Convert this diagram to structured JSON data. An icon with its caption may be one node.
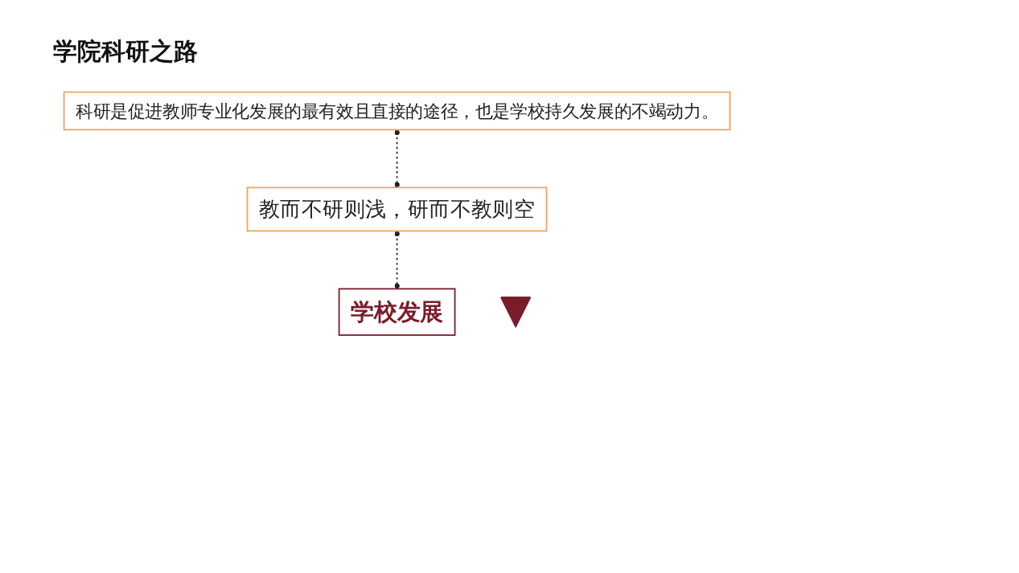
{
  "diagram": {
    "title": "学院科研之路",
    "nodes": [
      {
        "text": [
          "学校发展"
        ]
      },
      {
        "text": [],
        "shape": "triangle"
      },
      {
        "text": [
          "教而不研则浅，研而不教则空"
        ]
      },
      {
        "text": [
          "科研是促进教师专业化发展的最有效且直接的途径，也是学校持久发展的不竭动力。"
        ]
      }
    ],
    "edges": [
      {
        "from": 0,
        "to": 2,
        "arrow": "other",
        "style": "dashed"
      },
      {
        "from": 2,
        "to": 3,
        "arrow": "other",
        "style": "dashed"
      }
    ]
  }
}
